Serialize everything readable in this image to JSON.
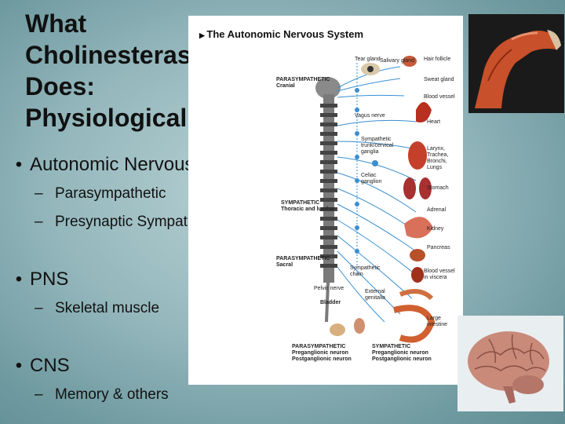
{
  "slide": {
    "title": "What\nCholinesterase\nDoes:\nPhysiologically",
    "bullets": [
      {
        "text": "Autonomic Nervous System",
        "sub": [
          "Parasympathetic",
          "Presynaptic Sympathetic"
        ]
      },
      {
        "text": "PNS",
        "sub": [
          "Skeletal muscle"
        ]
      },
      {
        "text": "CNS",
        "sub": [
          "Memory & others"
        ]
      }
    ]
  },
  "diagram": {
    "title": "The Autonomic Nervous System",
    "labels": {
      "parasym_cranial": "PARASYMPATHETIC\nCranial",
      "vagus": "Vagus nerve",
      "sym_thoracic": "SYMPATHETIC\nThoracic and lumbar",
      "parasym_sacral": "PARASYMPATHETIC\nSacral",
      "pelvic": "Pelvic nerve",
      "bladder": "Bladder",
      "sympathetic_chain": "Sympathetic\nchain",
      "external_genitalia": "External\ngenitalia",
      "celiac": "Celiac\nganglion",
      "sym_trunk": "Sympathetic\ntrunk/cervical\nganglia",
      "tear": "Tear gland",
      "salivary": "Salivary gland",
      "hair": "Hair follicle",
      "sweat": "Sweat gland",
      "blood_vessel": "Blood vessel",
      "heart": "Heart",
      "lungs": "Larynx,\nTrachea,\nBronchi,\nLungs",
      "stomach": "Stomach",
      "adrenal": "Adrenal",
      "kidney": "Kidney",
      "pancreas": "Pancreas",
      "blood_vessel_viscera": "Blood vessel\nin viscera",
      "large_intestine": "Large\nintestine",
      "legend_para": "PARASYMPATHETIC\nPreganglionic neuron\nPostganglionic neuron",
      "legend_sym": "SYMPATHETIC\nPreganglionic neuron\nPostganglionic neuron"
    }
  },
  "colors": {
    "nerve_line": "#3a8fd0",
    "spine": "#555555",
    "muscle": "#c8502a",
    "brain": "#c98a7a"
  }
}
